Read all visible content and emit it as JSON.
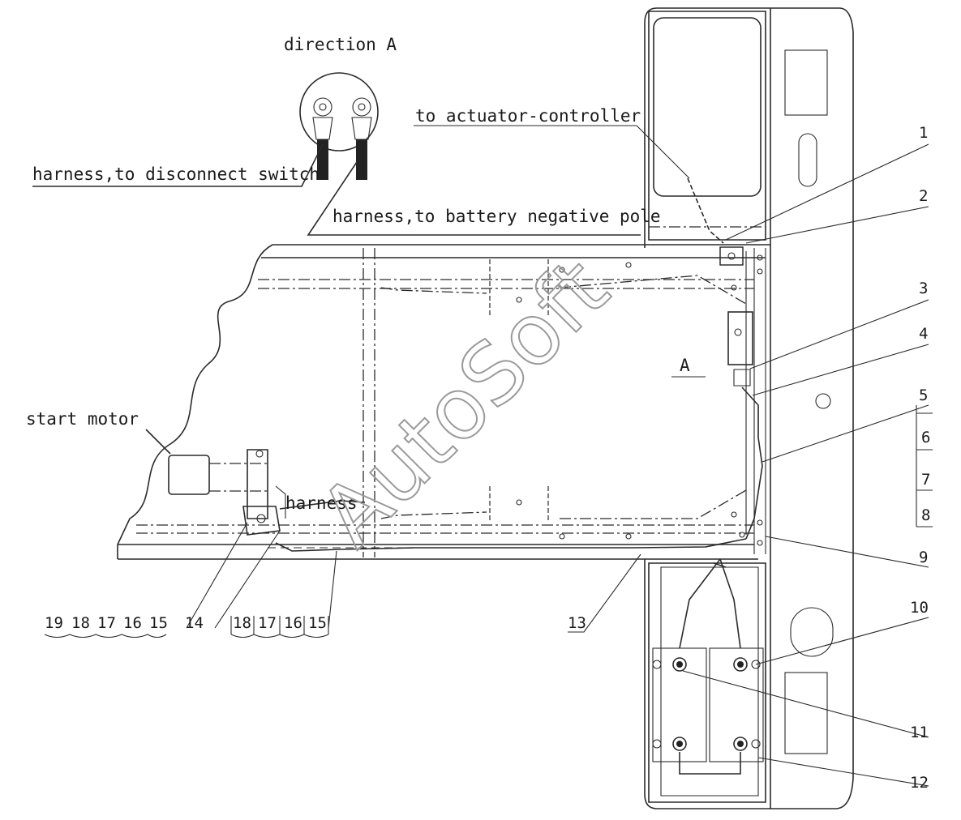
{
  "labels": {
    "direction": "direction A",
    "disconnect": "harness,to disconnect switch",
    "negative": "harness,to battery negative pole",
    "actuator": "to actuator-controller",
    "start_motor": "start motor",
    "harness": "harness",
    "view_marker": "A"
  },
  "watermark": "AutoSoft",
  "callouts_right": [
    "1",
    "2",
    "3",
    "4",
    "5",
    "6",
    "7",
    "8",
    "9",
    "10",
    "11",
    "12"
  ],
  "callouts_bottom_left": [
    "19",
    "18",
    "17",
    "16",
    "15",
    "14"
  ],
  "callouts_bottom_mid": [
    "18",
    "17",
    "16",
    "15"
  ],
  "callout_13": "13"
}
